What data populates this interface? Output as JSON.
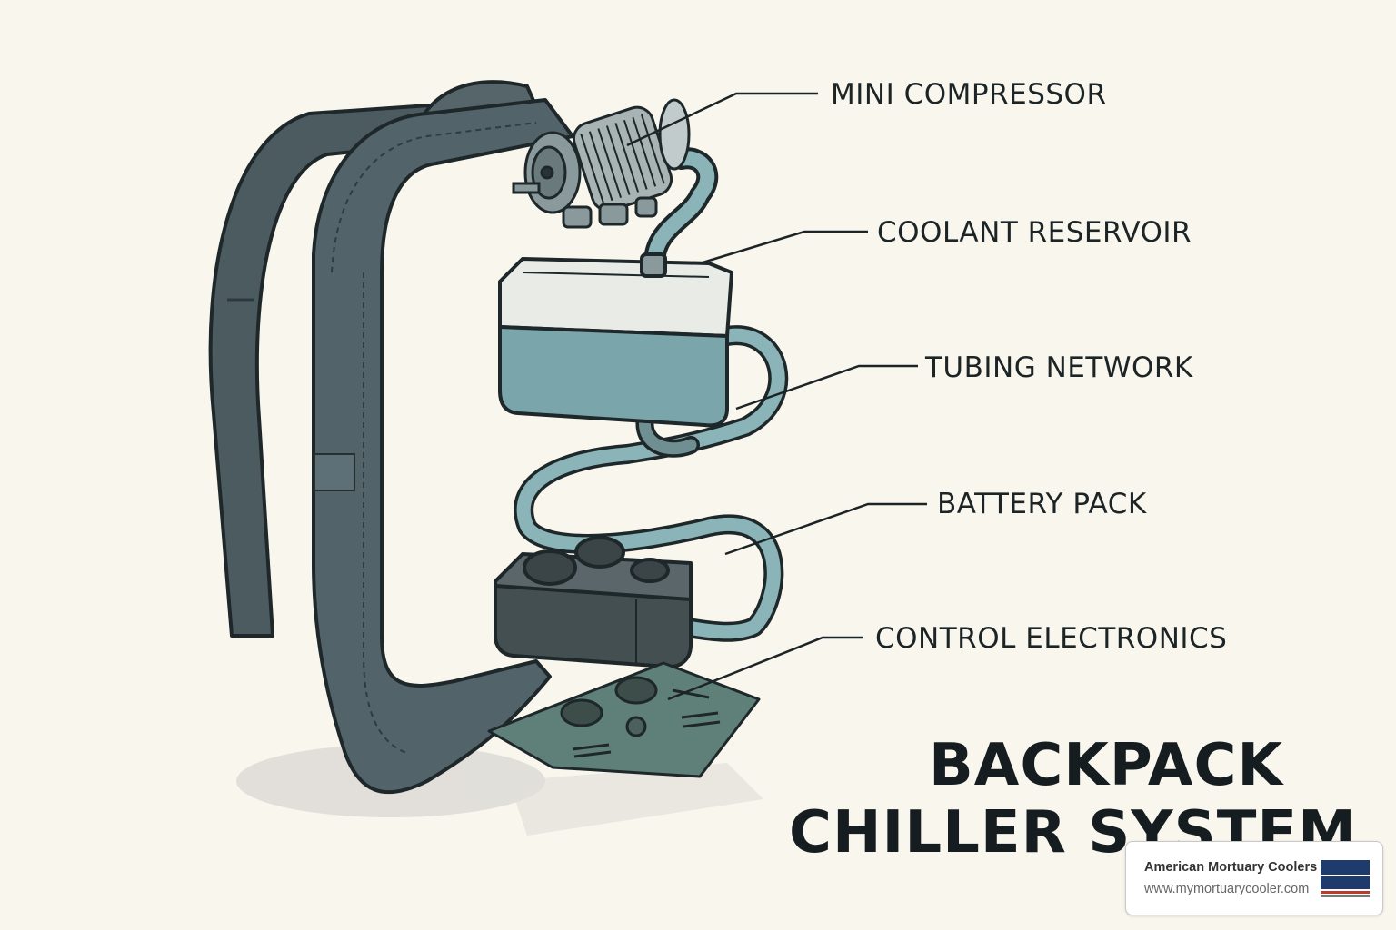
{
  "diagram": {
    "components": [
      {
        "id": "compressor",
        "label": "MINI COMPRESSOR"
      },
      {
        "id": "reservoir",
        "label": "COOLANT RESERVOIR"
      },
      {
        "id": "tubing",
        "label": "TUBING NETWORK"
      },
      {
        "id": "battery",
        "label": "BATTERY PACK"
      },
      {
        "id": "electronics",
        "label": "CONTROL ELECTRONICS"
      }
    ],
    "title_lines": [
      "BACKPACK",
      "CHILLER SYSTEM"
    ]
  },
  "badge": {
    "company": "American Mortuary Coolers",
    "url": "www.mymortuarycooler.com"
  },
  "colors": {
    "background": "#f9f6ee",
    "strap": "#48585d",
    "coolant": "#7aa6ab",
    "tubing": "#8ab4b8",
    "dark_component": "#4a5659",
    "circuit_board": "#5f7f79",
    "ink": "#1c2426"
  }
}
